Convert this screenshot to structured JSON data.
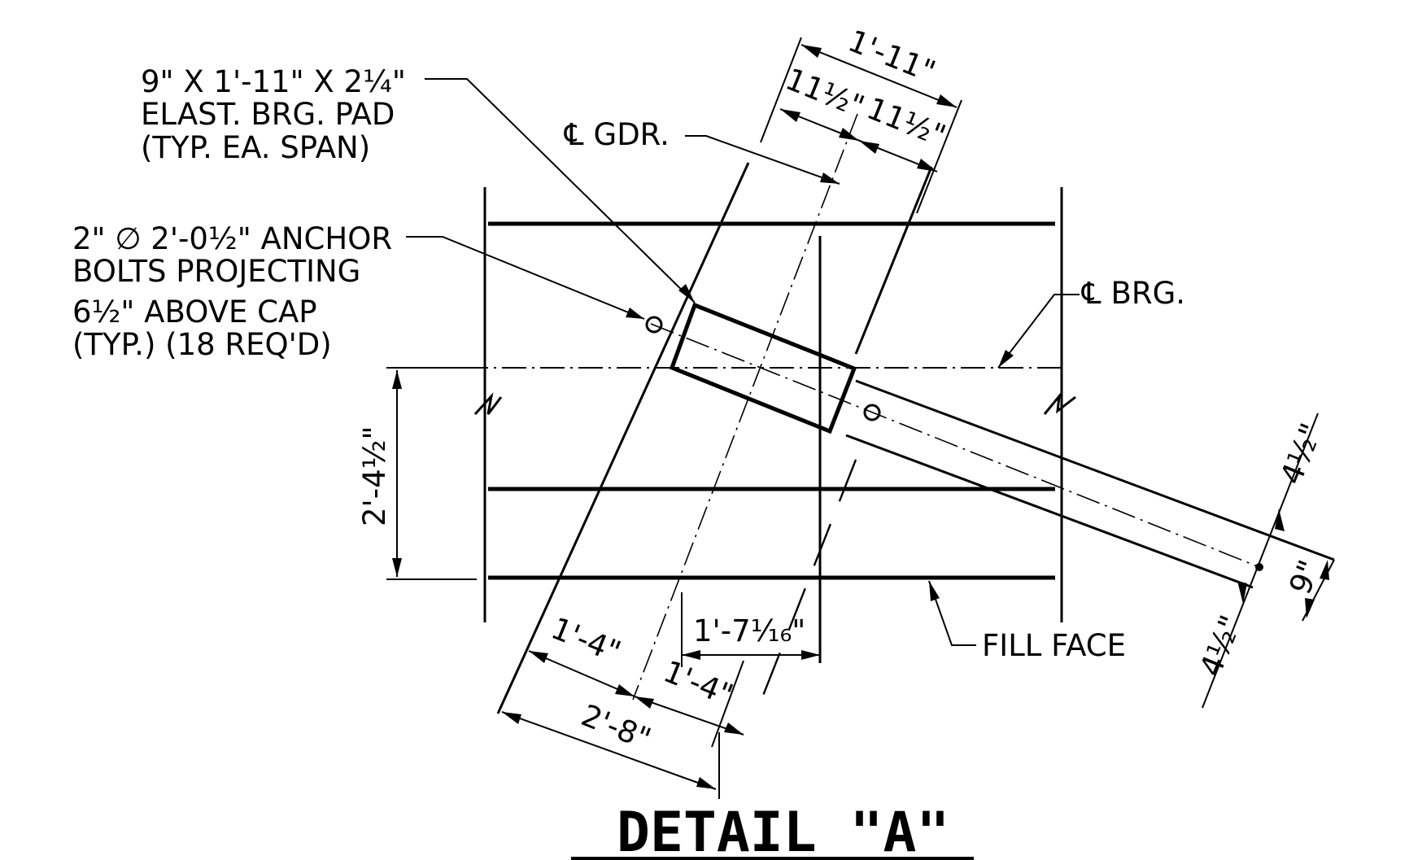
{
  "title": "DETAIL \"A\"",
  "notes": {
    "pad": [
      "9\" X 1'-11\" X 2¼\"",
      "ELAST. BRG. PAD",
      "(TYP. EA. SPAN)"
    ],
    "bolts": [
      "2\" ∅ 2'-0½\" ANCHOR",
      "BOLTS PROJECTING",
      "6½\" ABOVE CAP",
      "(TYP.) (18 REQ'D)"
    ],
    "cl_gdr": "℄ GDR.",
    "cl_brg": "℄ BRG.",
    "fill_face": "FILL FACE"
  },
  "dimensions": {
    "pad_length": "1'-11\"",
    "half_left": "11½\"",
    "half_right": "11½\"",
    "cap_width": "2'-4½\"",
    "offset": "1'-7¹⁄₁₆\"",
    "bolt_left": "1'-4\"",
    "bolt_right": "1'-4\"",
    "bolt_total": "2'-8\"",
    "edge_top": "4½\"",
    "edge_bottom": "4½\"",
    "pad_width": "9\""
  }
}
